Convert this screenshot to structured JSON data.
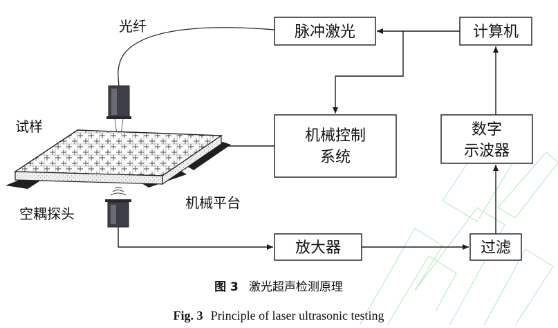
{
  "labels": {
    "fiber": "光纤",
    "pulse_laser": "脉冲激光",
    "computer": "计算机",
    "sample": "试样",
    "mech_control_line1": "机械控制",
    "mech_control_line2": "系统",
    "oscilloscope_line1": "数字",
    "oscilloscope_line2": "示波器",
    "air_coupled_probe": "空耦探头",
    "mech_platform": "机械平台",
    "amplifier": "放大器",
    "filter": "过滤"
  },
  "caption": {
    "cn_prefix": "图 3",
    "cn_text": "激光超声检测原理",
    "en_prefix": "Fig. 3",
    "en_text": "Principle of laser ultrasonic testing"
  }
}
